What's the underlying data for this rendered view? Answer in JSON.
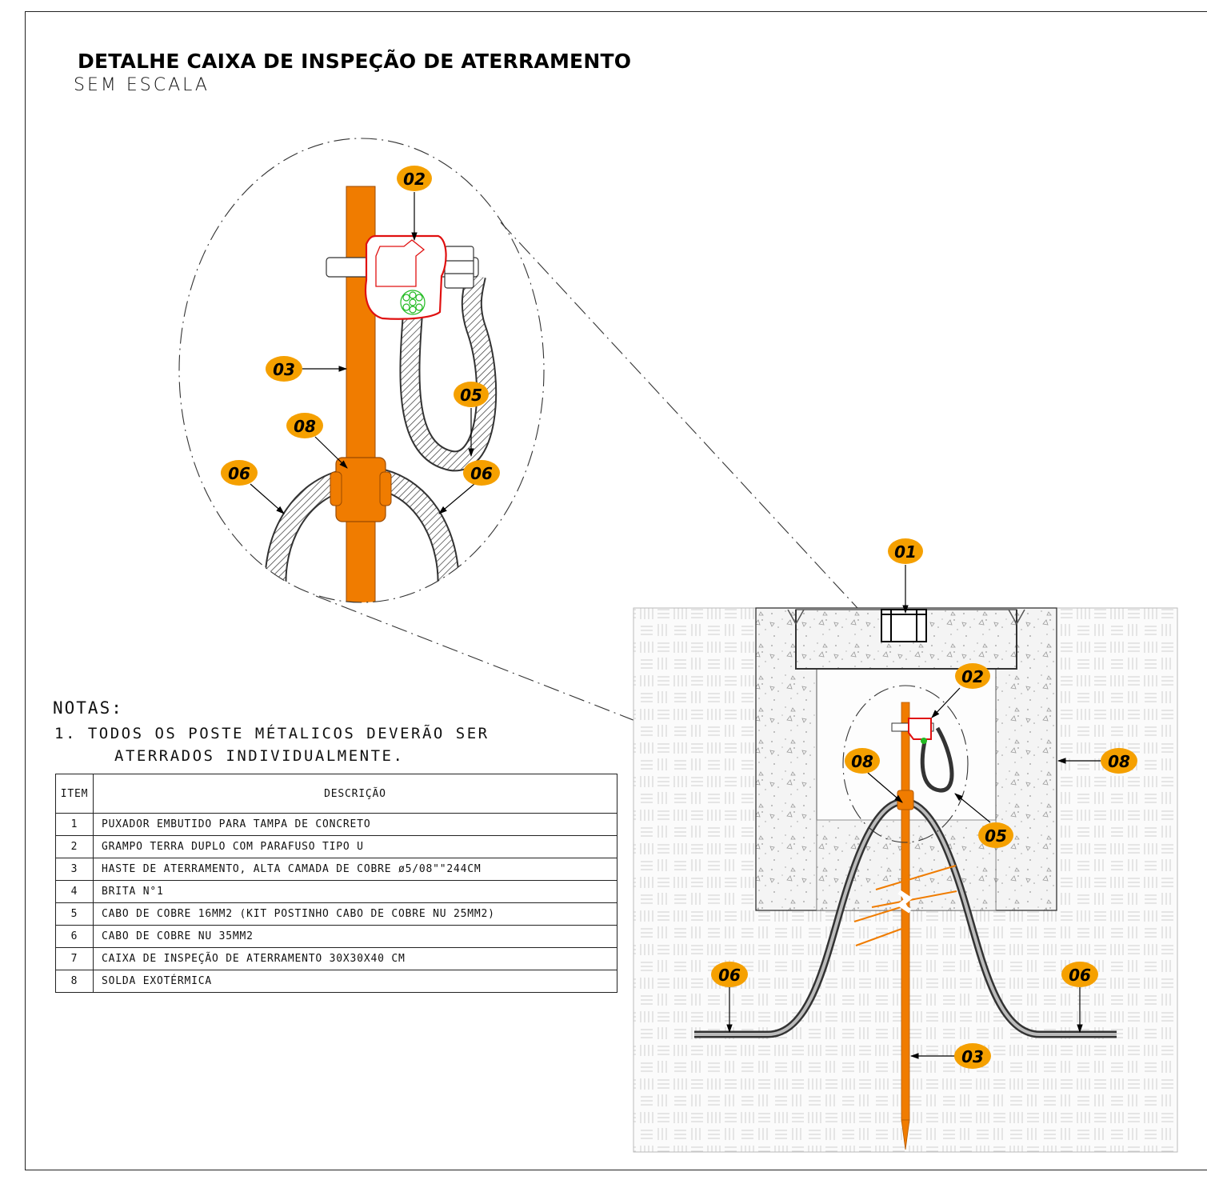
{
  "title": "DETALHE CAIXA DE INSPEÇÃO DE ATERRAMENTO",
  "subtitle": "SEM ESCALA",
  "notes": {
    "heading": "NOTAS:",
    "lines": [
      "1. TODOS OS POSTE MÉTALICOS DEVERÃO SER",
      "ATERRADOS INDIVIDUALMENTE."
    ]
  },
  "table": {
    "headers": [
      "ITEM",
      "DESCRIÇÃO"
    ],
    "rows": [
      {
        "item": "1",
        "description": "PUXADOR EMBUTIDO PARA TAMPA DE CONCRETO"
      },
      {
        "item": "2",
        "description": "GRAMPO TERRA DUPLO COM PARAFUSO TIPO U"
      },
      {
        "item": "3",
        "description": "HASTE DE ATERRAMENTO, ALTA CAMADA DE COBRE ø5/08\"\"244CM"
      },
      {
        "item": "4",
        "description": "BRITA N°1"
      },
      {
        "item": "5",
        "description": "CABO DE COBRE 16MM2 (KIT POSTINHO CABO DE COBRE NU 25MM2)"
      },
      {
        "item": "6",
        "description": "CABO DE COBRE NU 35MM2"
      },
      {
        "item": "7",
        "description": "CAIXA DE INSPEÇÃO DE ATERRAMENTO 30X30X40 CM"
      },
      {
        "item": "8",
        "description": "SOLDA EXOTÉRMICA"
      }
    ]
  },
  "tags": {
    "t01": "01",
    "t02": "02",
    "t03": "03",
    "t05": "05",
    "t06": "06",
    "t08": "08"
  },
  "colors": {
    "rod": "#f07c00",
    "tag_fill": "#f5a000",
    "clamp": "#e01010",
    "conductor_core": "#22bb22"
  }
}
